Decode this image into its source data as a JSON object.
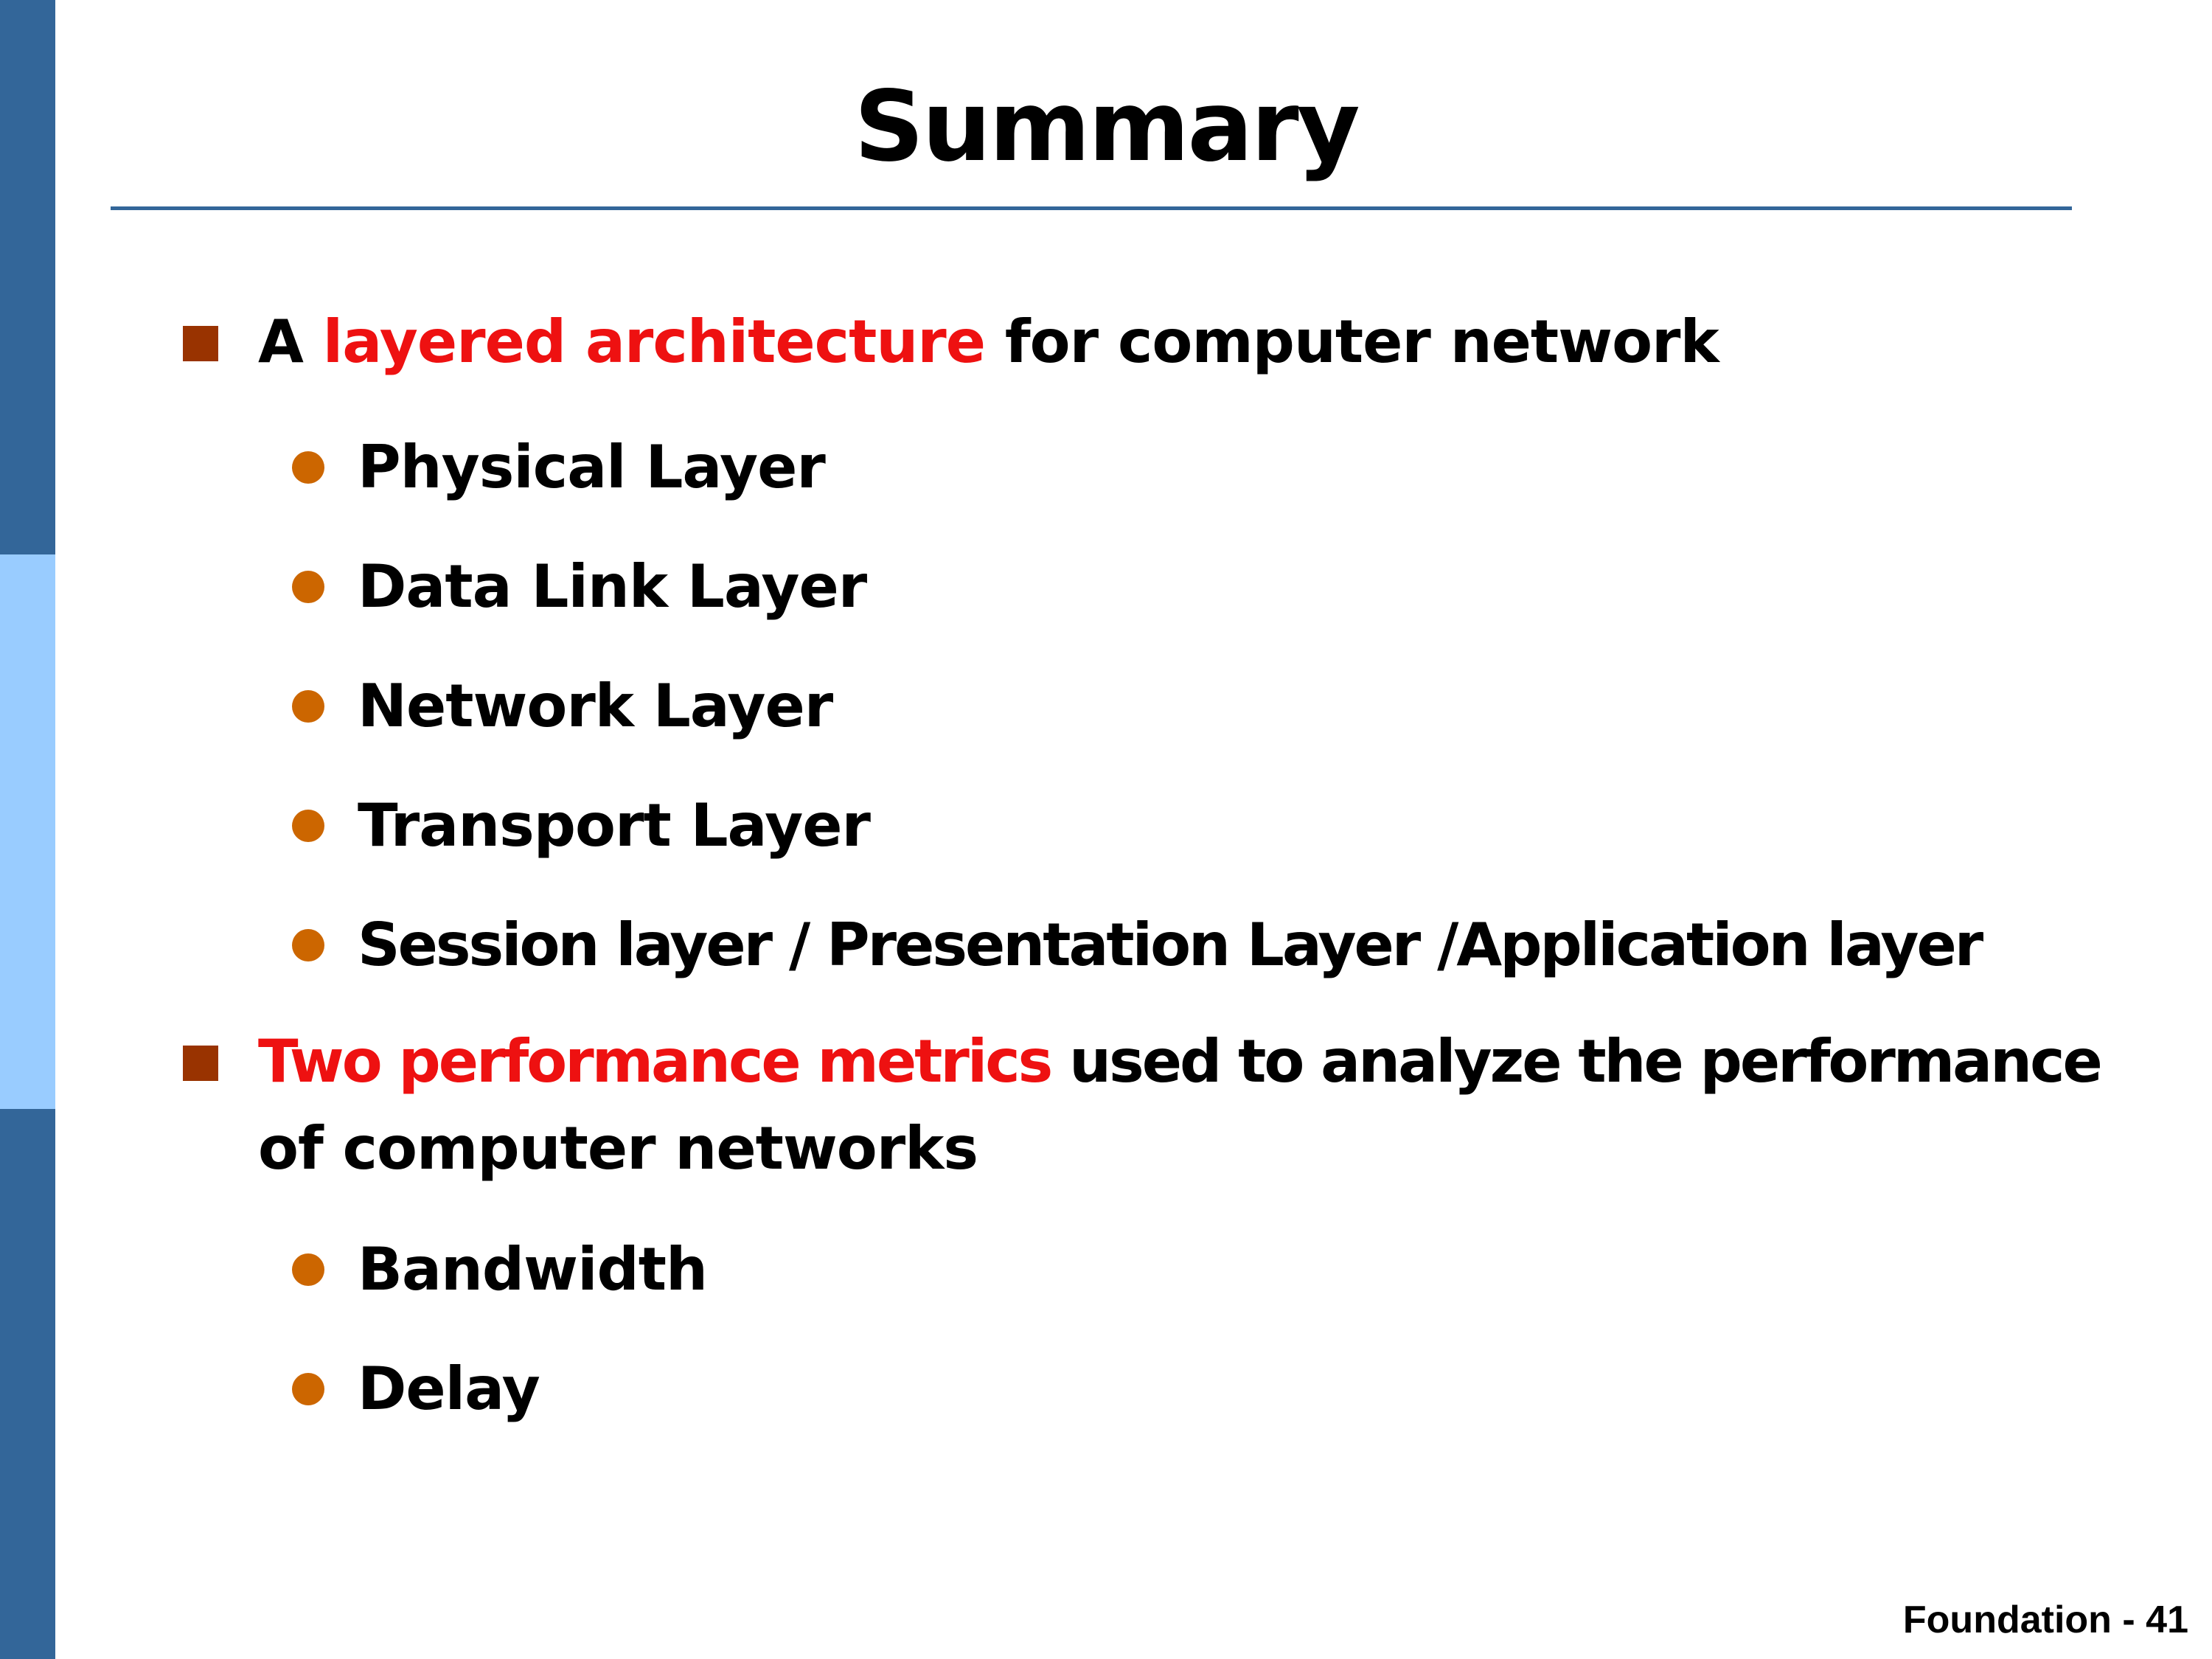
{
  "slide": {
    "title": "Summary",
    "bullets": [
      {
        "prefix": "A ",
        "highlight": "layered architecture",
        "suffix": " for computer network",
        "subitems": [
          "Physical Layer",
          "Data Link Layer",
          "Network Layer",
          "Transport Layer",
          "Session layer / Presentation Layer /Application layer"
        ]
      },
      {
        "highlight": "Two performance metrics",
        "suffix": " used to analyze the performance",
        "continuation": "of computer networks",
        "subitems": [
          "Bandwidth",
          "Delay"
        ]
      }
    ],
    "footer": "Foundation - 41"
  },
  "colors": {
    "sidebar_dark": "#336699",
    "sidebar_light": "#99ccff",
    "title_rule": "#336699",
    "highlight": "#ee1111",
    "square_bullet": "#993300",
    "round_bullet": "#cc6600"
  }
}
